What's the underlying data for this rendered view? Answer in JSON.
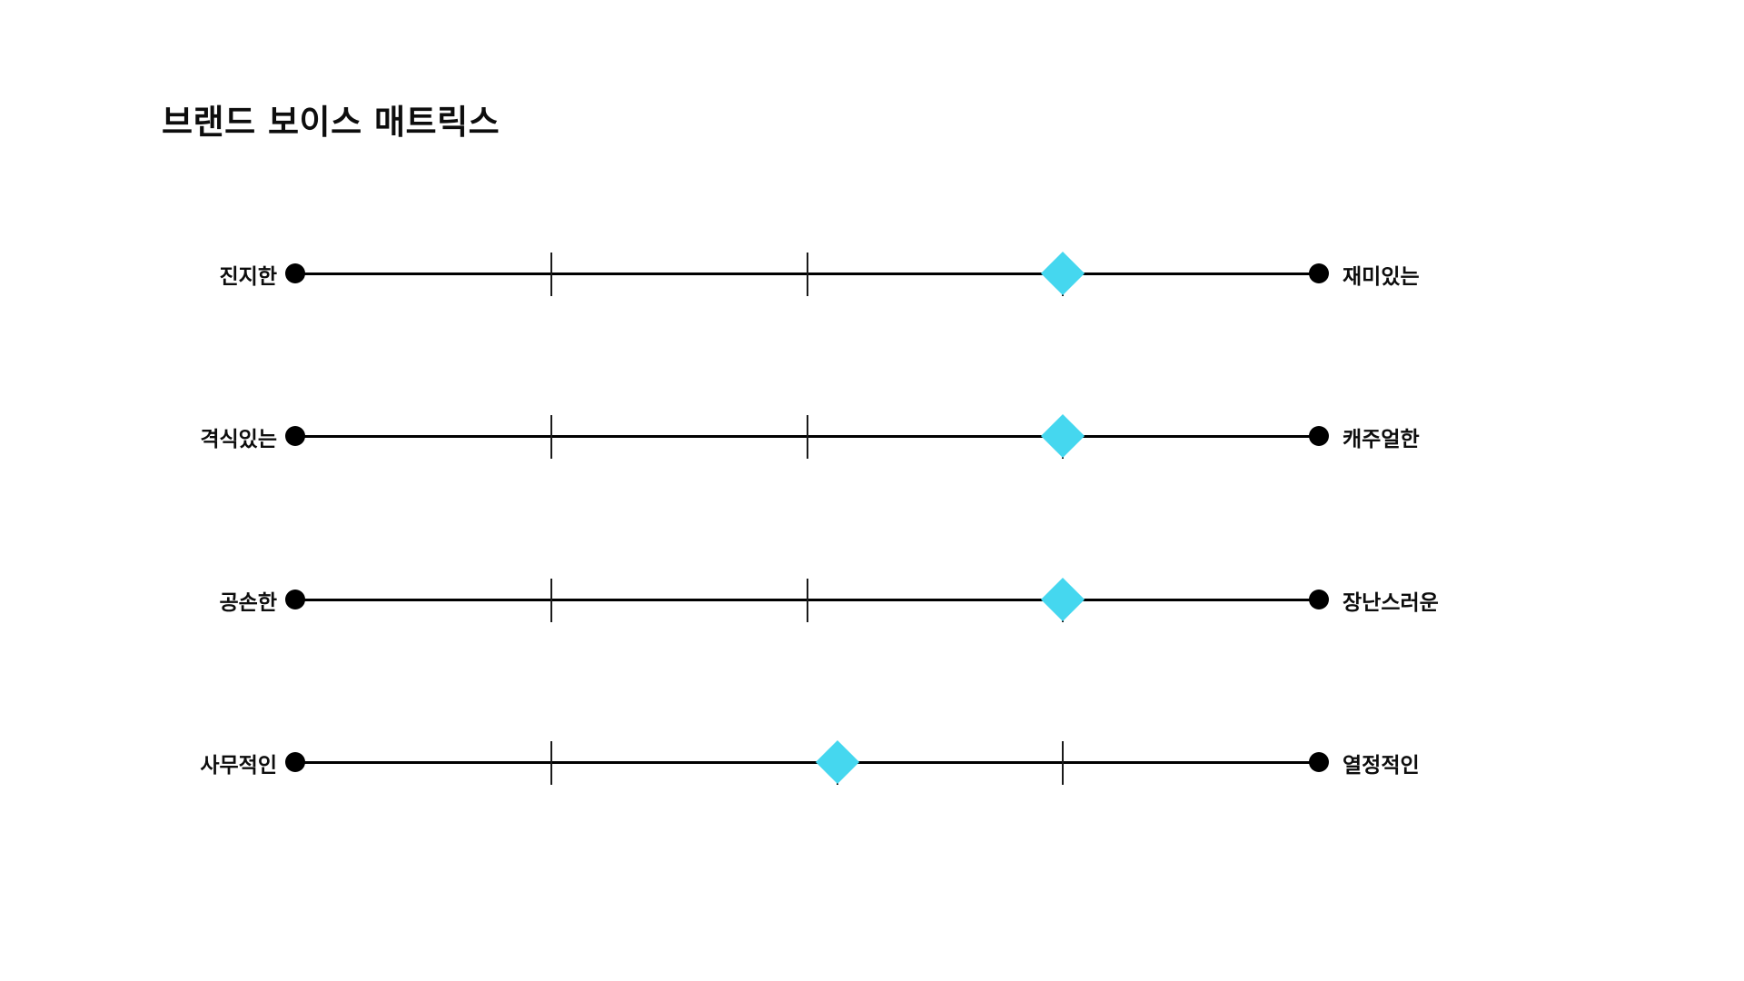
{
  "title": "브랜드 보이스 매트릭스",
  "colors": {
    "background": "#ffffff",
    "text": "#0d0d0d",
    "axis": "#000000",
    "endpoint": "#000000",
    "marker": "#45D7EF"
  },
  "chart_data": {
    "type": "scatter",
    "title": "브랜드 보이스 매트릭스",
    "xlabel": "",
    "ylabel": "",
    "xlim": [
      0,
      100
    ],
    "grid": false,
    "legend": null,
    "axis_ticks": [
      0,
      25,
      50,
      75,
      100
    ],
    "categories": [
      "진지한 — 재미있는",
      "격식있는 — 캐주얼한",
      "공손한 — 장난스러운",
      "사무적인 — 열정적인"
    ],
    "values": [
      75,
      75,
      75,
      53
    ],
    "rows": [
      {
        "left_label": "진지한",
        "right_label": "재미있는",
        "value": 75,
        "ticks": [
          25,
          50,
          75
        ]
      },
      {
        "left_label": "격식있는",
        "right_label": "캐주얼한",
        "value": 75,
        "ticks": [
          25,
          50,
          75
        ]
      },
      {
        "left_label": "공손한",
        "right_label": "장난스러운",
        "value": 75,
        "ticks": [
          25,
          50,
          75
        ]
      },
      {
        "left_label": "사무적인",
        "right_label": "열정적인",
        "value": 53,
        "ticks": [
          25,
          53,
          75
        ]
      }
    ]
  }
}
